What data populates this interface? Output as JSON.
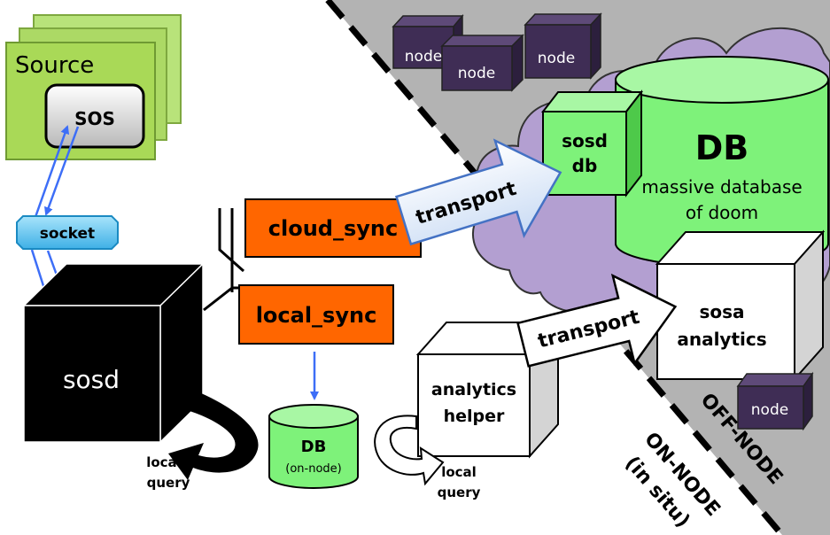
{
  "source": {
    "label": "Source",
    "sos": "SOS"
  },
  "socket": "socket",
  "sosd": "sosd",
  "cloud_sync": "cloud_sync",
  "local_sync": "local_sync",
  "db_on_node": {
    "title": "DB",
    "subtitle": "(on-node)"
  },
  "local_query_left": [
    "local",
    "query"
  ],
  "analytics_helper": [
    "analytics",
    "helper"
  ],
  "local_query_right": [
    "local",
    "query"
  ],
  "transport_upper": "transport",
  "transport_lower": "transport",
  "nodes": [
    "node",
    "node",
    "node",
    "node"
  ],
  "sosd_db": [
    "sosd",
    "db"
  ],
  "big_db": {
    "title": "DB",
    "line1": "massive database",
    "line2": "of doom"
  },
  "sosa": [
    "sosa",
    "analytics"
  ],
  "off_node": "OFF-NODE",
  "on_node": [
    "ON-NODE",
    "(in situ)"
  ],
  "colors": {
    "offnode_bg": "#b3b3b3",
    "cloud": "#b39fd1",
    "node_box": "#3f2d55",
    "green": "#7ef27a",
    "orange": "#ff6600",
    "source_green": "#a9d957",
    "socket_blue": "#5bc2ee",
    "arrow_blue": "#3d6ef7"
  }
}
